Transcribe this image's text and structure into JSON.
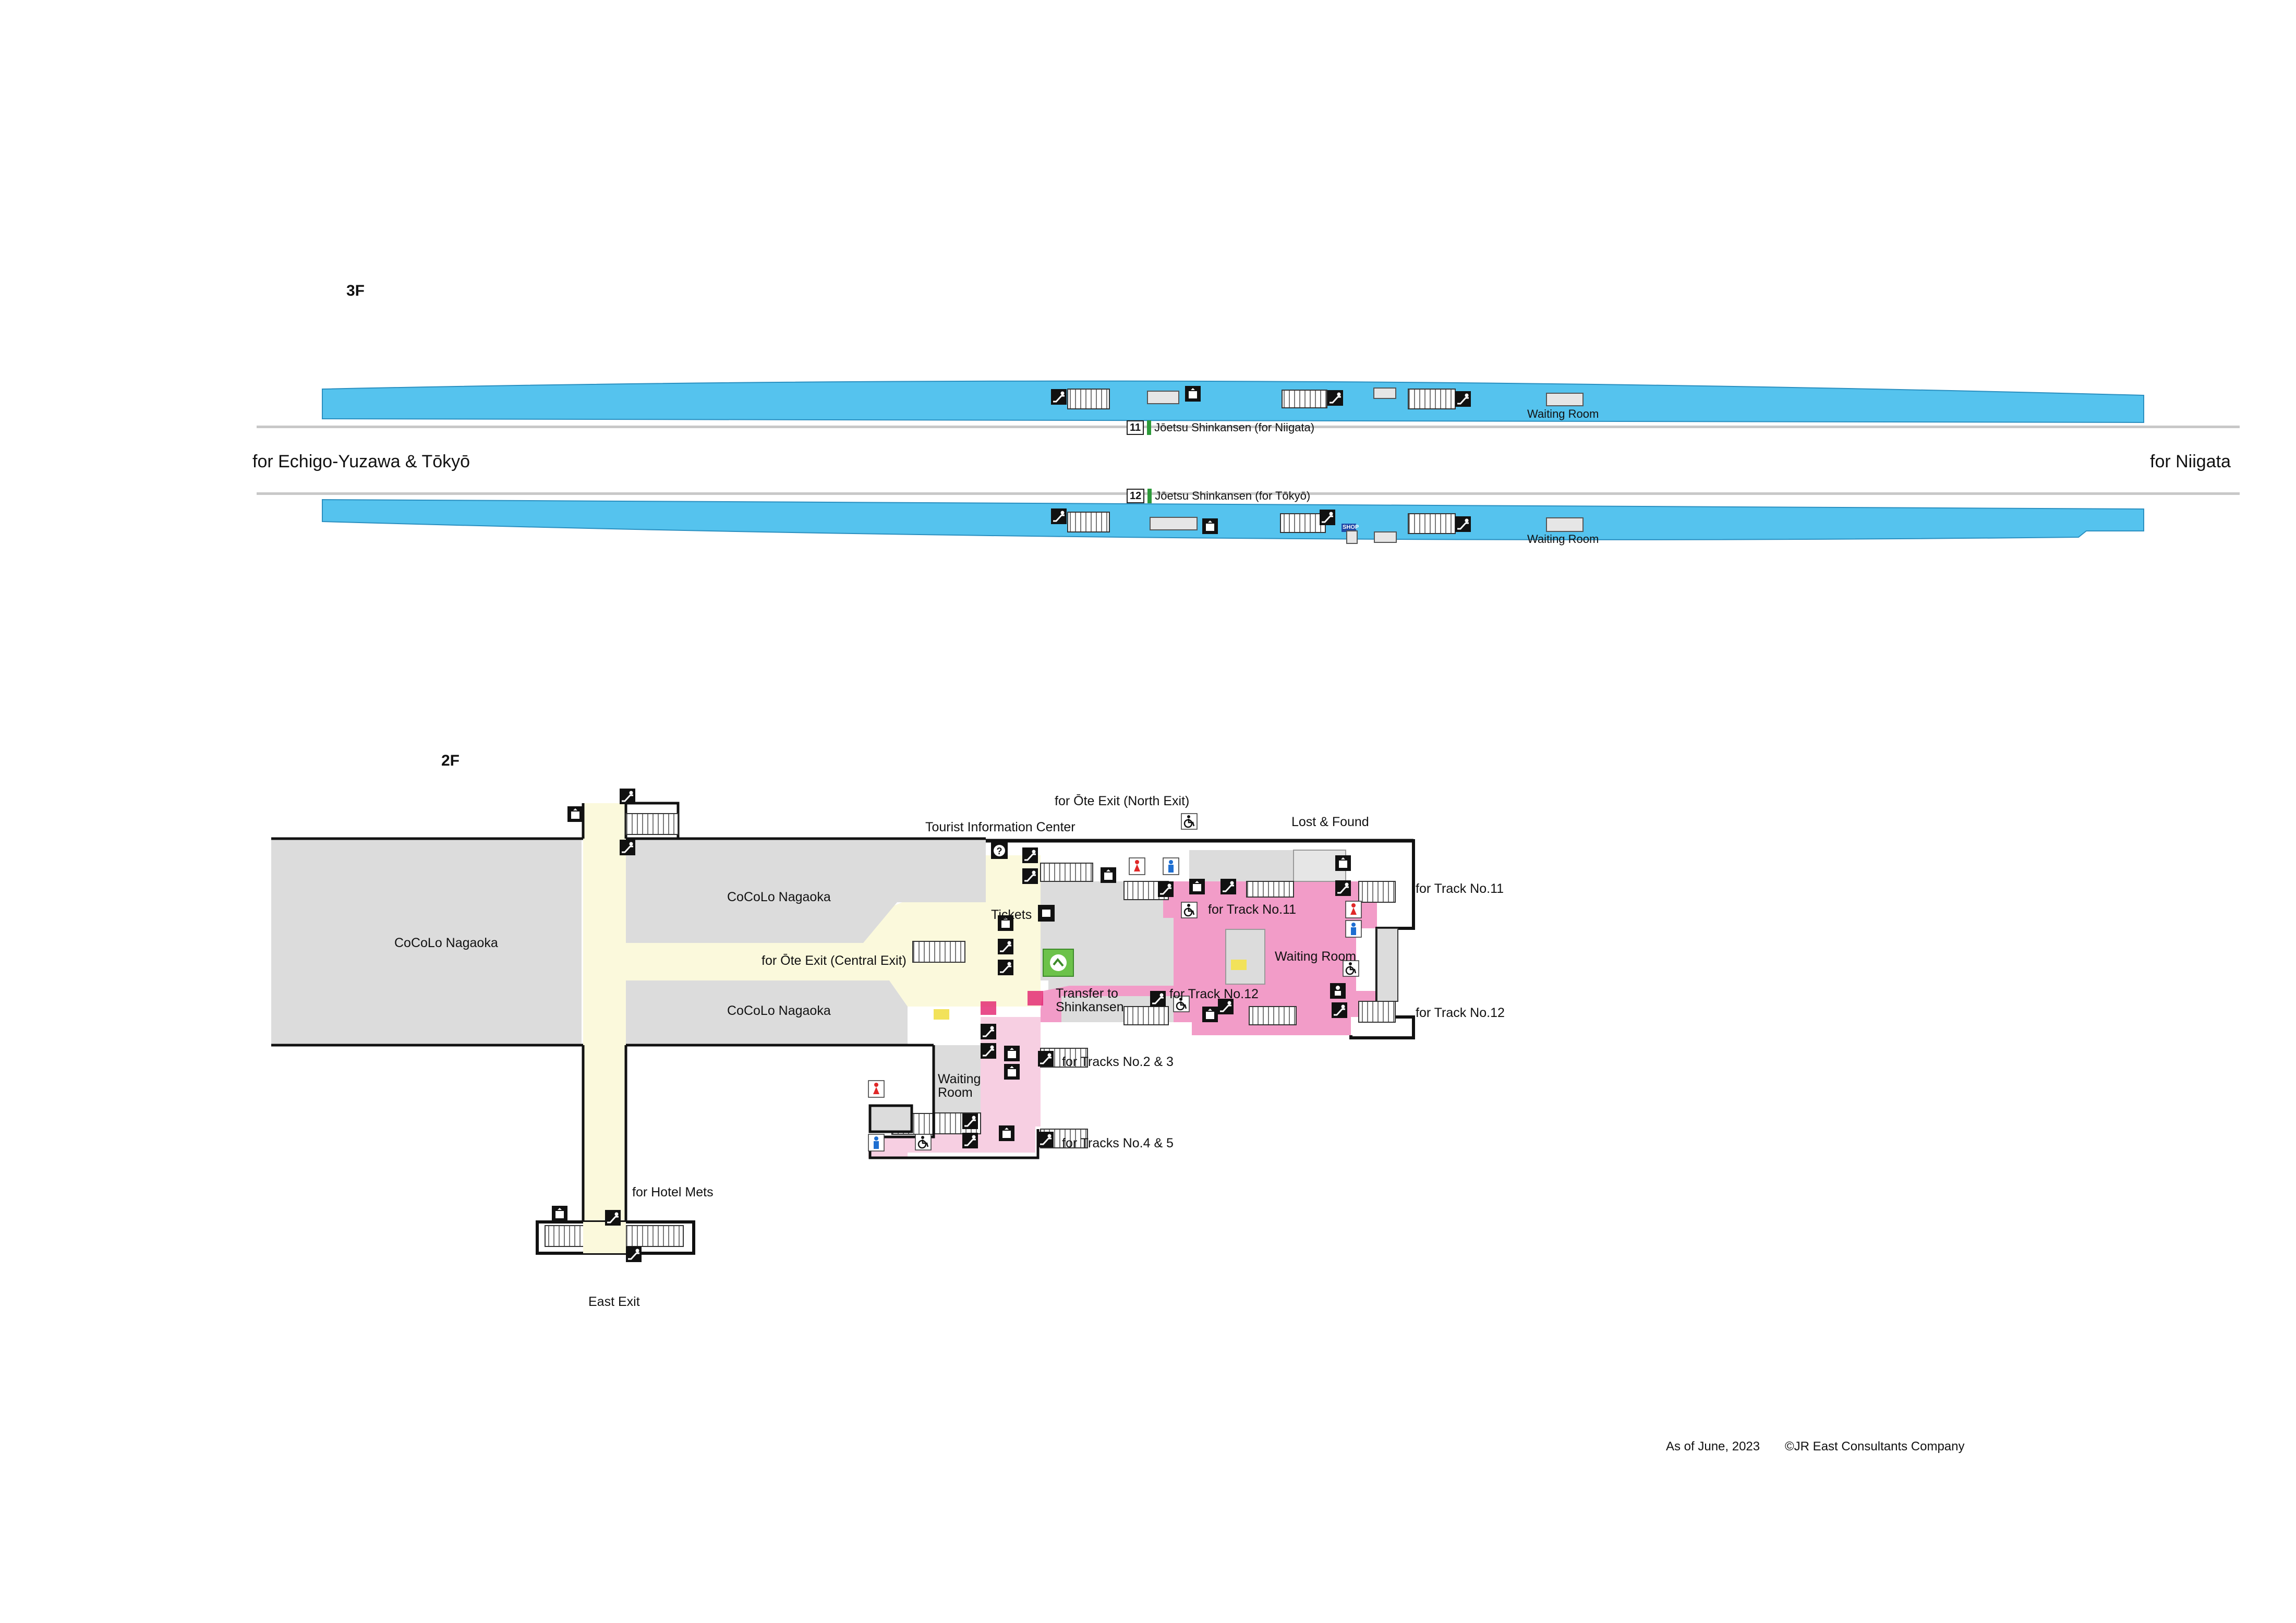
{
  "floors": {
    "f3": "3F",
    "f2": "2F"
  },
  "directions": {
    "west": "for Echigo-Yuzawa & Tōkyō",
    "east": "for Niigata"
  },
  "tracks": {
    "t11": {
      "no": "11",
      "label": "Jōetsu Shinkansen (for Niigata)"
    },
    "t12": {
      "no": "12",
      "label": "Jōetsu Shinkansen (for Tōkyō)"
    }
  },
  "platform": {
    "waiting_room": "Waiting Room",
    "shop": "SHOP"
  },
  "labels_2f": {
    "cocolo_main": "CoCoLo Nagaoka",
    "cocolo_north": "CoCoLo Nagaoka",
    "cocolo_south": "CoCoLo Nagaoka",
    "north_exit": "for Ōte Exit (North Exit)",
    "tourist_info": "Tourist Information Center",
    "lost_found": "Lost & Found",
    "tickets": "Tickets",
    "central_exit": "for Ōte Exit (Central Exit)",
    "transfer": "Transfer to\nShinkansen",
    "for_track_11": "for Track No.11",
    "for_track_11_right": "for Track No.11",
    "waiting_room_right": "Waiting Room",
    "for_track_12": "for Track No.12",
    "for_track_12_right": "for Track No.12",
    "tracks_2_3": "for Tracks No.2 & 3",
    "tracks_4_5": "for Tracks No.4 & 5",
    "waiting_room_left": "Waiting\nRoom",
    "hotel_mets": "for Hotel Mets",
    "east_exit": "East Exit"
  },
  "footer": {
    "asof": "As of June, 2023",
    "copyright": "©JR East Consultants Company"
  },
  "colors": {
    "platform": "#55c3ee",
    "concourse": "#fbf9dc",
    "paid_area": "#f29cc8",
    "paid_light": "#f7cfe2",
    "shop_area": "#dcdcdc",
    "rail": "#c8c8c8"
  }
}
